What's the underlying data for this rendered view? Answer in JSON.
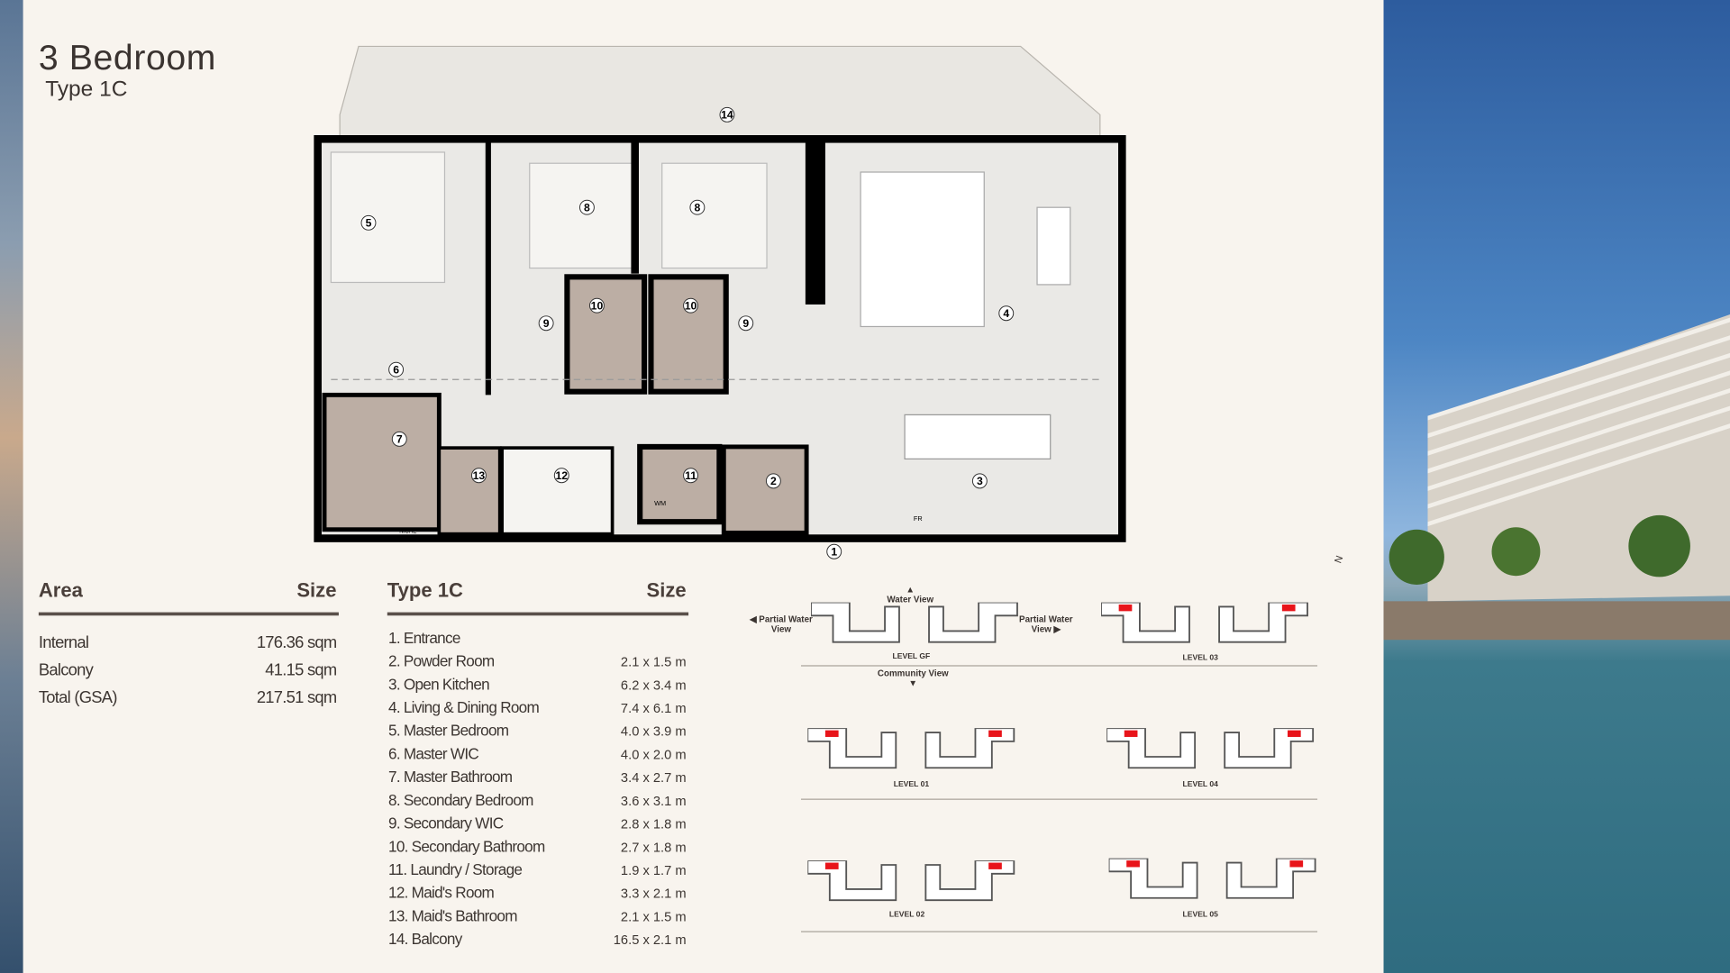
{
  "title": "3 Bedroom",
  "subtitle": "Type 1C",
  "area_table": {
    "header_area": "Area",
    "header_size": "Size",
    "rows": [
      {
        "label": "Internal",
        "value": "176.36 sqm"
      },
      {
        "label": "Balcony",
        "value": "41.15 sqm"
      },
      {
        "label": "Total (GSA)",
        "value": "217.51 sqm"
      }
    ]
  },
  "rooms_table": {
    "header_type": "Type 1C",
    "header_size": "Size",
    "rows": [
      {
        "label": "1.  Entrance",
        "size": ""
      },
      {
        "label": "2.  Powder Room",
        "size": "2.1 x 1.5 m"
      },
      {
        "label": "3.  Open Kitchen",
        "size": "6.2 x 3.4 m"
      },
      {
        "label": "4.  Living & Dining Room",
        "size": "7.4 x 6.1 m"
      },
      {
        "label": "5.  Master Bedroom",
        "size": "4.0 x 3.9 m"
      },
      {
        "label": "6.  Master WIC",
        "size": "4.0 x 2.0 m"
      },
      {
        "label": "7.  Master Bathroom",
        "size": "3.4 x 2.7 m"
      },
      {
        "label": "8.  Secondary Bedroom",
        "size": "3.6 x 3.1 m"
      },
      {
        "label": "9.  Secondary WIC",
        "size": "2.8 x 1.8 m"
      },
      {
        "label": "10. Secondary Bathroom",
        "size": "2.7 x 1.8 m"
      },
      {
        "label": "11. Laundry / Storage",
        "size": "1.9 x 1.7 m"
      },
      {
        "label": "12. Maid's Room",
        "size": "3.3 x 2.1 m"
      },
      {
        "label": "13. Maid's Bathroom",
        "size": "2.1 x 1.5 m"
      },
      {
        "label": "14. Balcony",
        "size": "16.5 x 2.1 m"
      }
    ]
  },
  "key_plan": {
    "water_view": "Water View",
    "partial_left": "Partial Water View",
    "partial_right": "Partial Water View",
    "community_view": "Community View",
    "levels": [
      "LEVEL GF",
      "LEVEL 01",
      "LEVEL 02",
      "LEVEL 03",
      "LEVEL 04",
      "LEVEL 05"
    ],
    "highlight_color": "#e8141a"
  },
  "floor_plan": {
    "labels": [
      "14",
      "5",
      "8",
      "8",
      "10",
      "10",
      "9",
      "9",
      "4",
      "6",
      "7",
      "13",
      "12",
      "11",
      "2",
      "3",
      "1"
    ],
    "fixture_labels": {
      "wm": "WM",
      "fr": "FR",
      "niche": "NICHE"
    }
  },
  "compass": "N"
}
